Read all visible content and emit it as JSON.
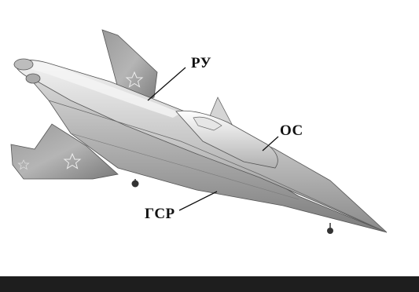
{
  "labels": {
    "ru": "РУ",
    "os": "ОС",
    "gsr": "ГСР"
  }
}
